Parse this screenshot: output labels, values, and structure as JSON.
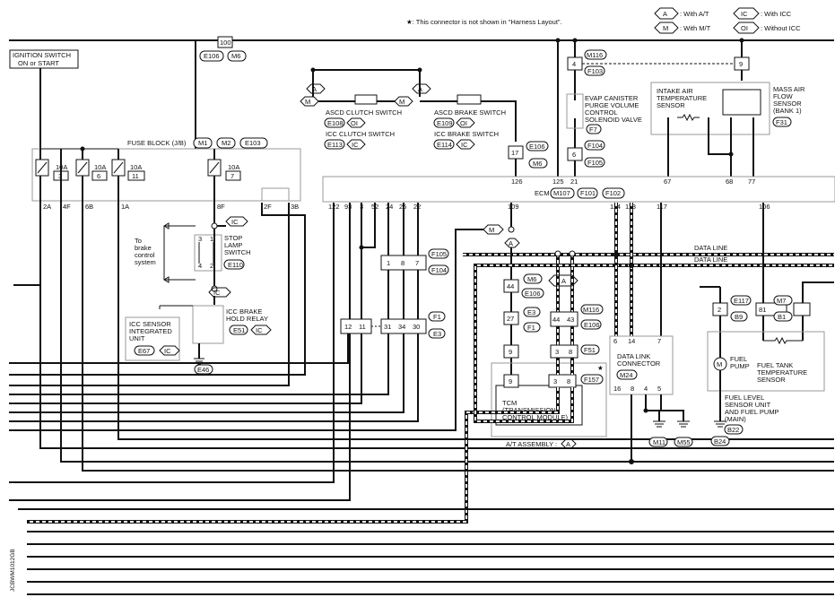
{
  "header": {
    "note": "★: This connector is not shown in \"Harness Layout\".",
    "legend": [
      {
        "code": "A",
        "text": ": With A/T"
      },
      {
        "code": "M",
        "text": ": With M/T"
      },
      {
        "code": "IC",
        "text": ": With ICC"
      },
      {
        "code": "OI",
        "text": ": Without ICC"
      }
    ]
  },
  "labels": {
    "ignition_switch": [
      "IGNITION SWITCH",
      "ON or START"
    ],
    "fuse_block": "FUSE BLOCK (J/B)",
    "fuse_block_conns": [
      "M1",
      "M2",
      "E103"
    ],
    "fuses": [
      {
        "amp": "10A",
        "num": "3"
      },
      {
        "amp": "10A",
        "num": "6"
      },
      {
        "amp": "10A",
        "num": "11"
      },
      {
        "amp": "10A",
        "num": "7"
      }
    ],
    "fuse_pins": [
      "2A",
      "4F",
      "6B",
      "1A",
      "8F",
      "2F",
      "3B"
    ],
    "c100": "100",
    "c100_conns": [
      "E106",
      "M6"
    ],
    "ascd_clutch": "ASCD CLUTCH SWITCH",
    "ascd_clutch_conn": [
      "E108",
      "OI"
    ],
    "icc_clutch": "ICC CLUTCH SWITCH",
    "icc_clutch_conn": [
      "E113",
      "IC"
    ],
    "ascd_brake": "ASCD BRAKE SWITCH",
    "ascd_brake_conn": [
      "E109",
      "OI"
    ],
    "icc_brake": "ICC BRAKE SWITCH",
    "icc_brake_conn": [
      "E114",
      "IC"
    ],
    "stop_lamp": [
      "STOP",
      "LAMP",
      "SWITCH"
    ],
    "stop_lamp_conn": "E110",
    "to_brake": [
      "To",
      "brake",
      "control",
      "system"
    ],
    "icc_brake_relay": [
      "ICC BRAKE",
      "HOLD RELAY"
    ],
    "icc_brake_relay_conn": [
      "E51",
      "IC"
    ],
    "icc_sensor": [
      "ICC SENSOR",
      "INTEGRATED",
      "UNIT"
    ],
    "icc_sensor_conn": [
      "E67",
      "IC"
    ],
    "e46": "E46",
    "evap": [
      "EVAP CANISTER",
      "PURGE VOLUME",
      "CONTROL",
      "SOLENOID VALVE"
    ],
    "evap_conn": "F7",
    "intake_air": [
      "INTAKE AIR",
      "TEMPERATURE",
      "SENSOR"
    ],
    "maf": [
      "MASS AIR",
      "FLOW",
      "SENSOR",
      "(BANK 1)"
    ],
    "maf_conn": "F31",
    "ecm": "ECM",
    "ecm_conns": [
      "M107",
      "F101",
      "F102"
    ],
    "ecm_pins": [
      "122",
      "93",
      "3",
      "52",
      "24",
      "25",
      "22",
      "109",
      "114",
      "113",
      "117",
      "106",
      "126",
      "125",
      "21",
      "67",
      "68",
      "77"
    ],
    "data_line": "DATA LINE",
    "tcm": [
      "TCM",
      "(TRANSMISSION",
      "CONTROL MODULE)"
    ],
    "at_assembly": "A/T ASSEMBLY :",
    "dlc": [
      "DATA LINK",
      "CONNECTOR"
    ],
    "dlc_conn": "M24",
    "fuel_pump": [
      "FUEL",
      "PUMP"
    ],
    "fuel_tank_temp": [
      "FUEL TANK",
      "TEMPERATURE",
      "SENSOR"
    ],
    "fuel_level": [
      "FUEL LEVEL",
      "SENSOR UNIT",
      "AND FUEL PUMP",
      "(MAIN)"
    ],
    "fuel_level_conn": "B22",
    "grounds": [
      "M11",
      "M55",
      "B24"
    ],
    "connectors": [
      "M116",
      "F103",
      "F104",
      "F105",
      "E106",
      "M6",
      "F1",
      "E3",
      "F105",
      "F104",
      "M6",
      "E106",
      "E3",
      "F1",
      "M116",
      "F51",
      "F157",
      "E117",
      "B9",
      "M7",
      "B1"
    ],
    "side_code": "JCBWM1012GB"
  }
}
